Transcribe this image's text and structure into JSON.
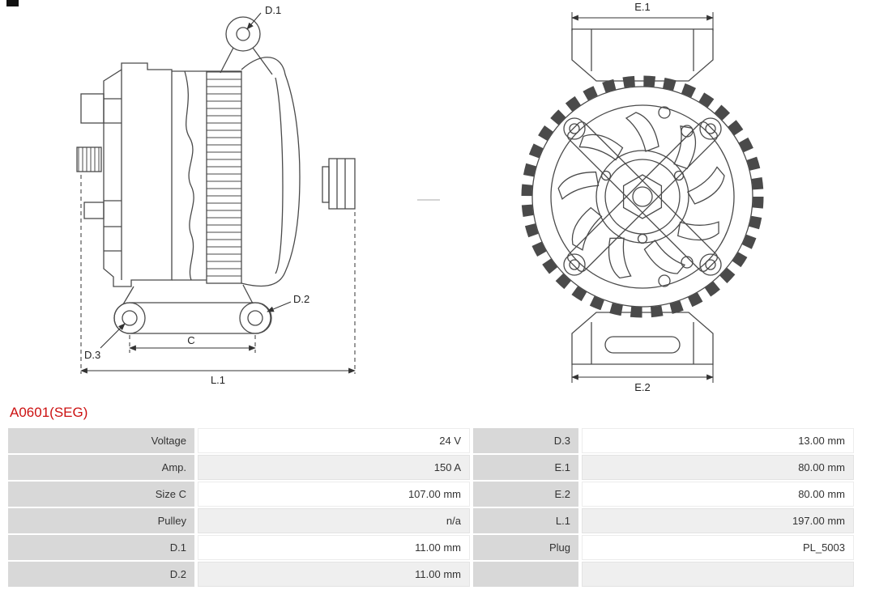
{
  "part_number": "A0601(SEG)",
  "diagram": {
    "labels": {
      "d1": "D.1",
      "d2": "D.2",
      "d3": "D.3",
      "c": "C",
      "l1": "L.1",
      "e1": "E.1",
      "e2": "E.2"
    }
  },
  "specs": {
    "rows": [
      {
        "label1": "Voltage",
        "value1": "24 V",
        "label2": "D.3",
        "value2": "13.00 mm"
      },
      {
        "label1": "Amp.",
        "value1": "150 A",
        "label2": "E.1",
        "value2": "80.00 mm"
      },
      {
        "label1": "Size C",
        "value1": "107.00 mm",
        "label2": "E.2",
        "value2": "80.00 mm"
      },
      {
        "label1": "Pulley",
        "value1": "n/a",
        "label2": "L.1",
        "value2": "197.00 mm"
      },
      {
        "label1": "D.1",
        "value1": "11.00 mm",
        "label2": "Plug",
        "value2": "PL_5003"
      },
      {
        "label1": "D.2",
        "value1": "11.00 mm",
        "label2": "",
        "value2": ""
      }
    ]
  },
  "colors": {
    "part_number_red": "#cc1111",
    "table_label_bg": "#d8d8d8",
    "table_alt_row_bg": "#efefef",
    "drawing_line": "#4a4a4a"
  }
}
